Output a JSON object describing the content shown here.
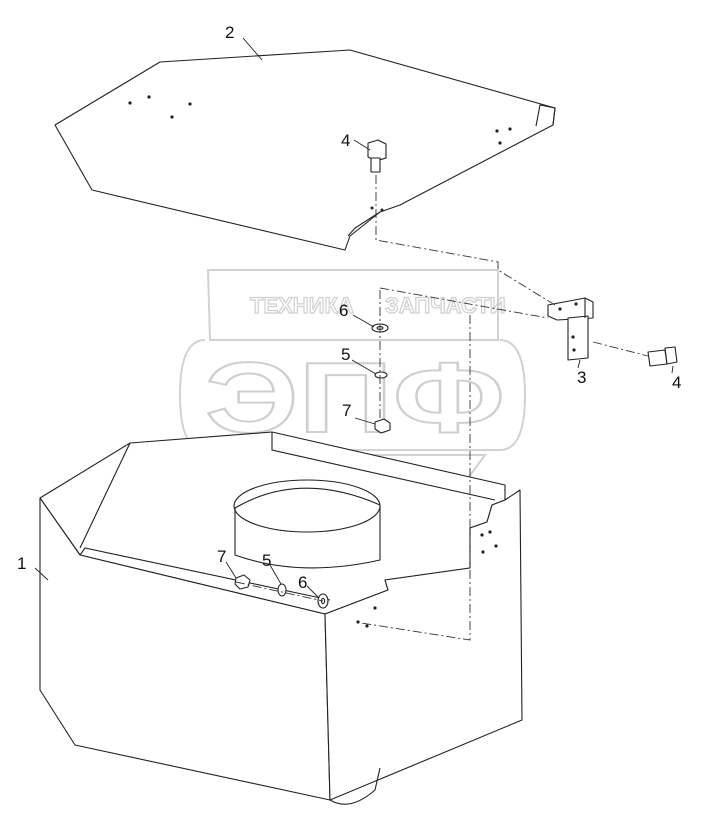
{
  "watermark": {
    "line1_left": "ТЕХНИКА",
    "line1_right": "ЗАПЧАСТИ",
    "logo": "ЭПФ"
  },
  "callouts": {
    "c1": "1",
    "c2": "2",
    "c3": "3",
    "c4a": "4",
    "c4b": "4",
    "c5a": "5",
    "c5b": "5",
    "c6a": "6",
    "c6b": "6",
    "c7a": "7",
    "c7b": "7"
  }
}
